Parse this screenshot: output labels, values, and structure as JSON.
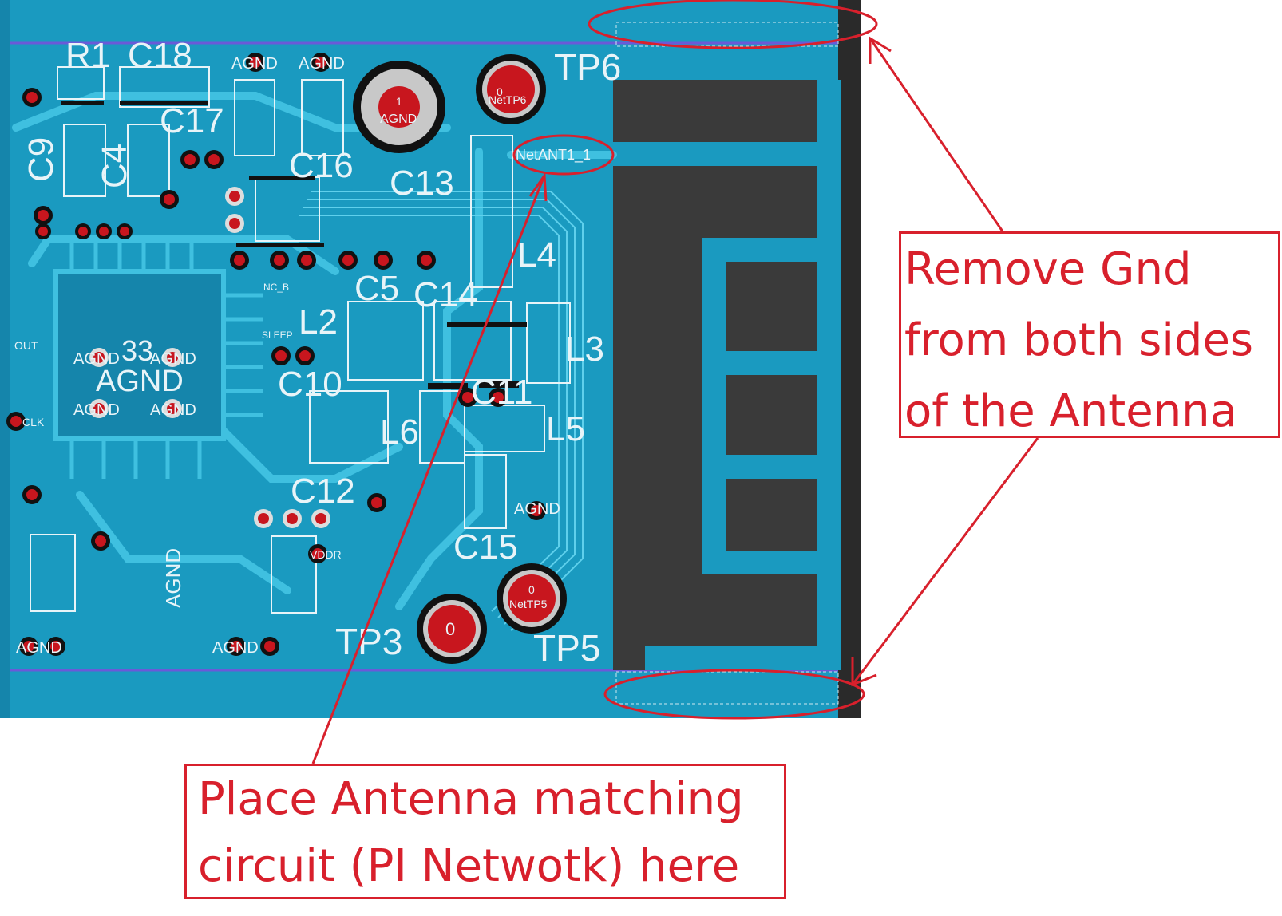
{
  "pcb": {
    "designators": {
      "r1": "R1",
      "c18": "C18",
      "c17": "C17",
      "c9": "C9",
      "c4": "C4",
      "c16": "C16",
      "c13": "C13",
      "l4": "L4",
      "c5": "C5",
      "c14": "C14",
      "l2": "L2",
      "l3": "L3",
      "c10": "C10",
      "c11": "C11",
      "l6": "L6",
      "l5": "L5",
      "c12": "C12",
      "c15": "C15",
      "tp6": "TP6",
      "tp3": "TP3",
      "tp5": "TP5",
      "u33": "33"
    },
    "nets": {
      "agnd": "AGND",
      "ant": "NetANT1_1",
      "ntp6": "NetTP6",
      "ntp5": "NetTP5",
      "nc_b": "NC_B",
      "sleep": "SLEEP",
      "vdd": "VDDR",
      "out": "OUT",
      "clk": "CLK",
      "agnd_rot": "AGND"
    },
    "pad_labels": {
      "tp6_num": "0",
      "tp5_num": "0",
      "tp3_num": "0",
      "mh_num": "1"
    }
  },
  "annotations": {
    "remove_gnd": {
      "line1": "Remove Gnd",
      "line2": "from both sides",
      "line3": "of the Antenna"
    },
    "place_matching": {
      "line1": "Place Antenna matching",
      "line2": "circuit (PI Netwotk) here"
    }
  },
  "colors": {
    "board": "#1a9ac0",
    "trace": "#3fc0e0",
    "copper_dark": "#3a3a3a",
    "pad": "#c8161e",
    "annotation": "#d8202c"
  }
}
